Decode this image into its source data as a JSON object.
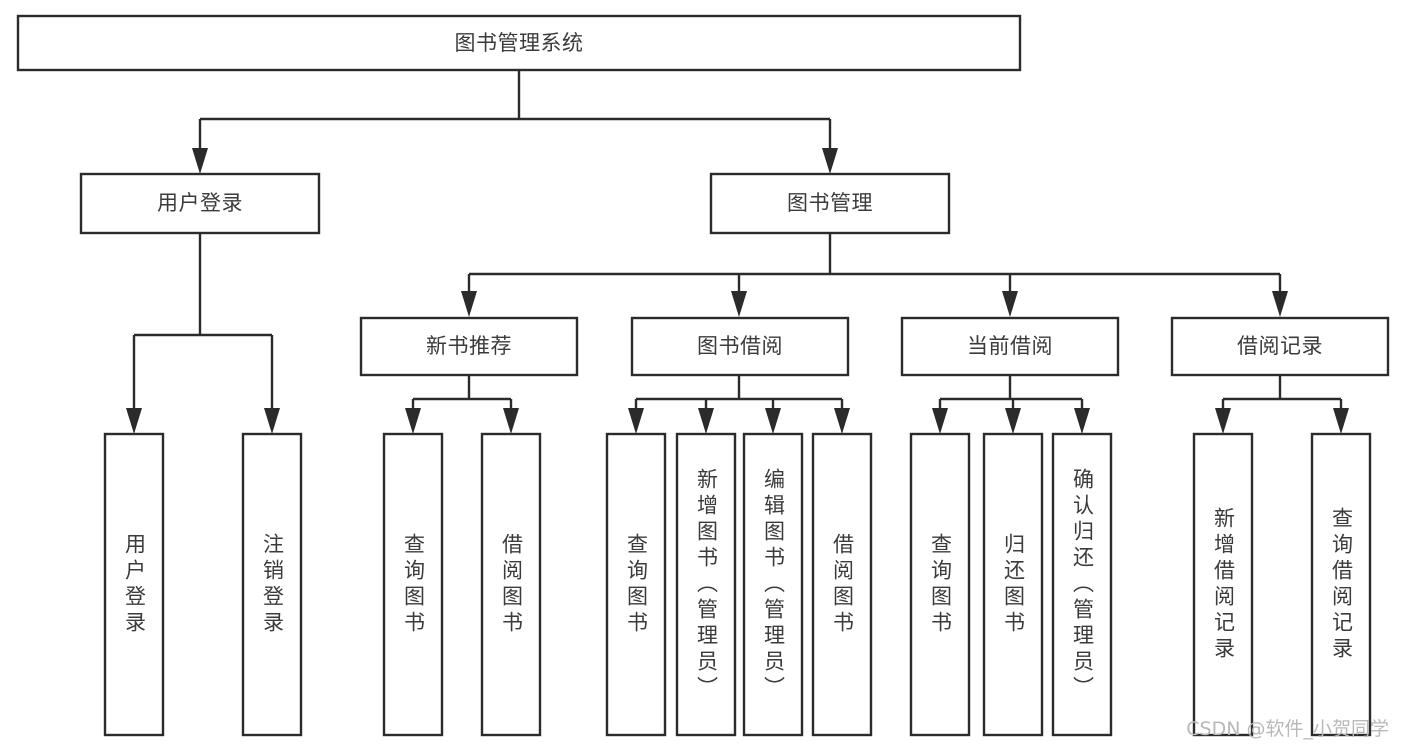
{
  "diagram": {
    "type": "tree",
    "title": "图书管理系统",
    "watermark": "CSDN @软件_小贺同学",
    "colors": {
      "background": "#ffffff",
      "stroke": "#2b2b2b",
      "text": "#3b3b3b",
      "watermark": "#b9b9b9"
    },
    "nodes": {
      "root": {
        "label": "图书管理系统",
        "orientation": "horizontal"
      },
      "level1": [
        {
          "id": "user-login",
          "label": "用户登录",
          "orientation": "horizontal"
        },
        {
          "id": "book-manage",
          "label": "图书管理",
          "orientation": "horizontal"
        }
      ],
      "level2": [
        {
          "id": "new-book-rec",
          "label": "新书推荐",
          "orientation": "horizontal"
        },
        {
          "id": "book-borrow",
          "label": "图书借阅",
          "orientation": "horizontal"
        },
        {
          "id": "current-borrow",
          "label": "当前借阅",
          "orientation": "horizontal"
        },
        {
          "id": "borrow-record",
          "label": "借阅记录",
          "orientation": "horizontal"
        }
      ],
      "leaves": [
        {
          "id": "leaf-user-login",
          "label": "用户登录",
          "parent": "user-login",
          "orientation": "vertical"
        },
        {
          "id": "leaf-logout-login",
          "label": "注销登录",
          "parent": "user-login",
          "orientation": "vertical"
        },
        {
          "id": "leaf-query-book-1",
          "label": "查询图书",
          "parent": "new-book-rec",
          "orientation": "vertical"
        },
        {
          "id": "leaf-borrow-book-1",
          "label": "借阅图书",
          "parent": "new-book-rec",
          "orientation": "vertical"
        },
        {
          "id": "leaf-query-book-2",
          "label": "查询图书",
          "parent": "book-borrow",
          "orientation": "vertical"
        },
        {
          "id": "leaf-add-book",
          "label": "新增图书（管理员）",
          "parent": "book-borrow",
          "orientation": "vertical"
        },
        {
          "id": "leaf-edit-book",
          "label": "编辑图书（管理员）",
          "parent": "book-borrow",
          "orientation": "vertical"
        },
        {
          "id": "leaf-borrow-book-2",
          "label": "借阅图书",
          "parent": "book-borrow",
          "orientation": "vertical"
        },
        {
          "id": "leaf-query-book-3",
          "label": "查询图书",
          "parent": "current-borrow",
          "orientation": "vertical"
        },
        {
          "id": "leaf-return-book",
          "label": "归还图书",
          "parent": "current-borrow",
          "orientation": "vertical"
        },
        {
          "id": "leaf-confirm-return",
          "label": "确认归还（管理员）",
          "parent": "current-borrow",
          "orientation": "vertical"
        },
        {
          "id": "leaf-add-record",
          "label": "新增借阅记录",
          "parent": "borrow-record",
          "orientation": "vertical"
        },
        {
          "id": "leaf-query-record",
          "label": "查询借阅记录",
          "parent": "borrow-record",
          "orientation": "vertical"
        }
      ]
    }
  }
}
